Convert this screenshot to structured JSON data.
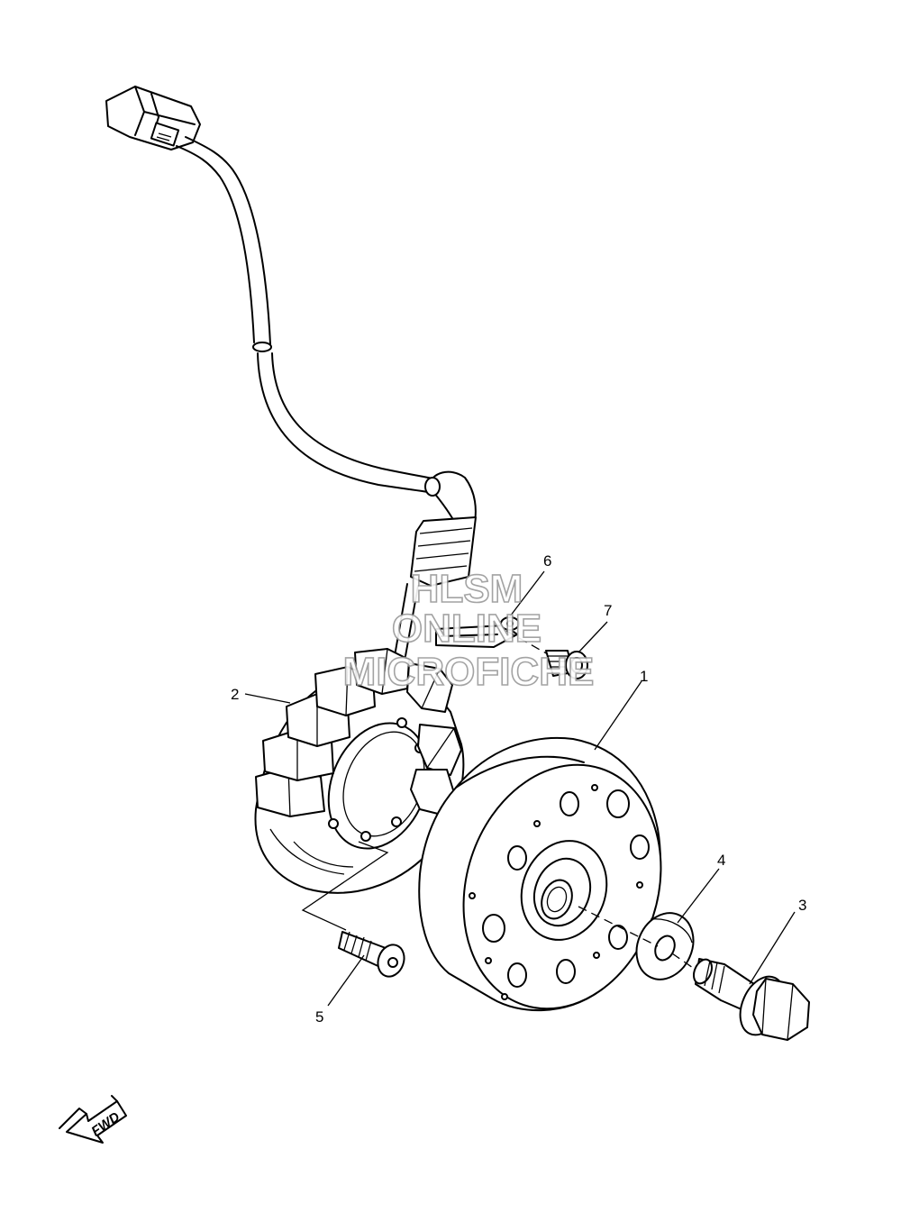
{
  "watermark": {
    "line1": "HLSM",
    "line2": "ONLINE",
    "line3": "MICROFICHE"
  },
  "callouts": {
    "c1": "1",
    "c2": "2",
    "c3": "3",
    "c4": "4",
    "c5": "5",
    "c6": "6",
    "c7": "7"
  },
  "fwd_label": "FWD"
}
